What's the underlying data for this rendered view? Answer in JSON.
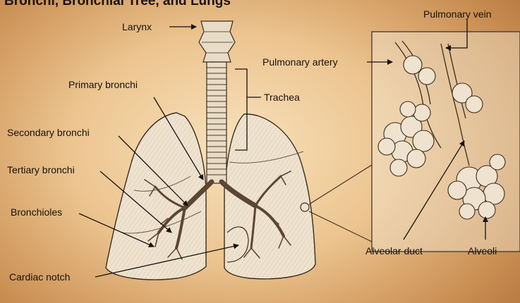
{
  "title": "Bronchi, Bronchial Tree, and Lungs",
  "labels": {
    "larynx": "Larynx",
    "primary_bronchi": "Primary bronchi",
    "trachea": "Trachea",
    "secondary_bronchi": "Secondary bronchi",
    "tertiary_bronchi": "Tertiary bronchi",
    "bronchioles": "Bronchioles",
    "cardiac_notch": "Cardiac notch",
    "pulmonary_vein": "Pulmonary vein",
    "pulmonary_artery": "Pulmonary artery",
    "alveolar_duct": "Alveolar duct",
    "alveoli": "Alveoli"
  },
  "colors": {
    "background_center": "#f8e2bd",
    "background_edge": "#b87b42",
    "ink": "#161210",
    "lung_fill": "#efe3cf",
    "tissue_fill": "#e9dcc6"
  }
}
